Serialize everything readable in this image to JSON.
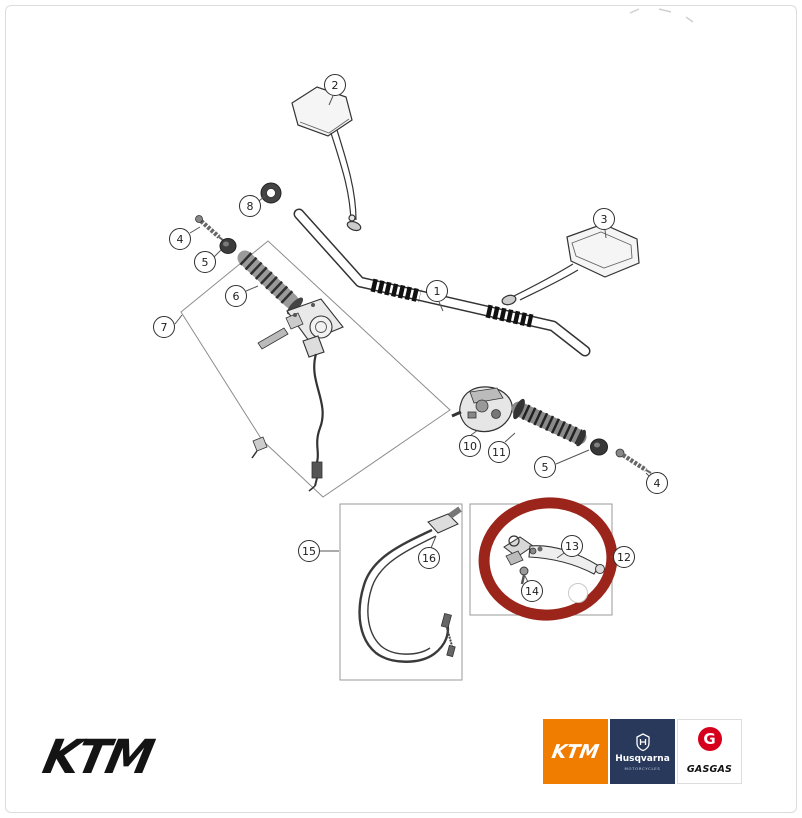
{
  "page": {
    "background": "#ffffff",
    "frame_border": "#dcdcdc"
  },
  "diagram": {
    "title": "handlebar-parts-exploded-view",
    "highlight_color": "#9b241b",
    "callouts": [
      {
        "id": "2",
        "label": "2"
      },
      {
        "id": "8",
        "label": "8"
      },
      {
        "id": "4-left",
        "label": "4"
      },
      {
        "id": "3",
        "label": "3"
      },
      {
        "id": "5-left",
        "label": "5"
      },
      {
        "id": "6",
        "label": "6"
      },
      {
        "id": "1",
        "label": "1"
      },
      {
        "id": "7",
        "label": "7"
      },
      {
        "id": "10",
        "label": "10"
      },
      {
        "id": "11",
        "label": "11"
      },
      {
        "id": "5-right",
        "label": "5"
      },
      {
        "id": "4-right",
        "label": "4"
      },
      {
        "id": "15",
        "label": "15"
      },
      {
        "id": "16",
        "label": "16"
      },
      {
        "id": "13",
        "label": "13"
      },
      {
        "id": "12",
        "label": "12"
      },
      {
        "id": "14",
        "label": "14"
      }
    ]
  },
  "footer": {
    "ktm_wordmark": "KTM",
    "brand_tiles": [
      {
        "name": "KTM",
        "bg": "#f07c00",
        "text_color": "#ffffff"
      },
      {
        "name": "Husqvarna",
        "subtitle": "MOTORCYCLES",
        "bg": "#28395c",
        "text_color": "#ffffff"
      },
      {
        "name": "GASGAS",
        "emblem_letter": "G",
        "bg": "#ffffff",
        "text_color": "#111111",
        "accent": "#d6001c"
      }
    ]
  }
}
